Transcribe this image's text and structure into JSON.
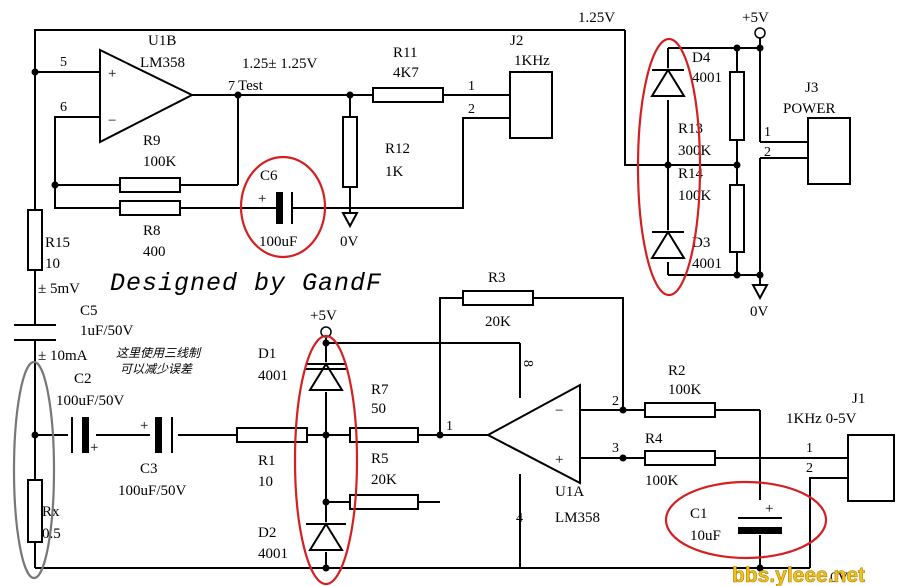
{
  "title": "Designed by GandF",
  "colors": {
    "wire": "#000000",
    "annotation_red": "#d42020",
    "annotation_gray": "#777777",
    "watermark": "#f0c419"
  },
  "watermark": "bbs.yleee.net",
  "note": [
    "这里使用三线制",
    "可以减少误差"
  ],
  "labels": {
    "u1b_ref": "U1B",
    "u1b_part": "LM358",
    "u1b_pin5": "5",
    "u1b_pin6": "6",
    "u1b_pin7": "7",
    "test_point": "Test",
    "test_level": "1.25± 1.25V",
    "ref_top": "1.25V",
    "r11_ref": "R11",
    "r11_val": "4K7",
    "r12_ref": "R12",
    "r12_val": "1K",
    "r9_ref": "R9",
    "r9_val": "100K",
    "r8_ref": "R8",
    "r8_val": "400",
    "c6_ref": "C6",
    "c6_val": "100uF",
    "gnd_0v_a": "0V",
    "j2_ref": "J2",
    "j2_desc": "1KHz",
    "j2_pin1": "1",
    "j2_pin2": "2",
    "vcc_top": "+5V",
    "d4_ref": "D4",
    "d4_val": "4001",
    "d3_ref": "D3",
    "d3_val": "4001",
    "r13_ref": "R13",
    "r13_val": "300K",
    "r14_ref": "R14",
    "r14_val": "100K",
    "j3_ref": "J3",
    "j3_desc": "POWER",
    "j3_pin1": "1",
    "j3_pin2": "2",
    "gnd_0v_b": "0V",
    "r15_ref": "R15",
    "r15_val": "10",
    "r15_tol": "± 5mV",
    "c5_ref": "C5",
    "c5_val": "1uF/50V",
    "c5_tol": "± 10mA",
    "c2_ref": "C2",
    "c2_val": "100uF/50V",
    "c3_ref": "C3",
    "c3_val": "100uF/50V",
    "rx_ref": "Rx",
    "rx_val": "0.5",
    "r1_ref": "R1",
    "r1_val": "10",
    "vcc_mid": "+5V",
    "d1_ref": "D1",
    "d1_val": "4001",
    "d2_ref": "D2",
    "d2_val": "4001",
    "r7_ref": "R7",
    "r7_val": "50",
    "r5_ref": "R5",
    "r5_val": "20K",
    "r3_ref": "R3",
    "r3_val": "20K",
    "u1a_pin1": "1",
    "u1a_pin2": "2",
    "u1a_pin3": "3",
    "u1a_pin8": "8",
    "u1a_pin4": "4",
    "u1a_ref": "U1A",
    "u1a_part": "LM358",
    "r2_ref": "R2",
    "r2_val": "100K",
    "r4_ref": "R4",
    "r4_val": "100K",
    "c1_ref": "C1",
    "c1_val": "10uF",
    "j1_ref": "J1",
    "j1_desc": "1KHz 0-5V",
    "j1_pin1": "1",
    "j1_pin2": "2",
    "plus": "+",
    "minus": "−",
    "partial_label": "0V"
  }
}
